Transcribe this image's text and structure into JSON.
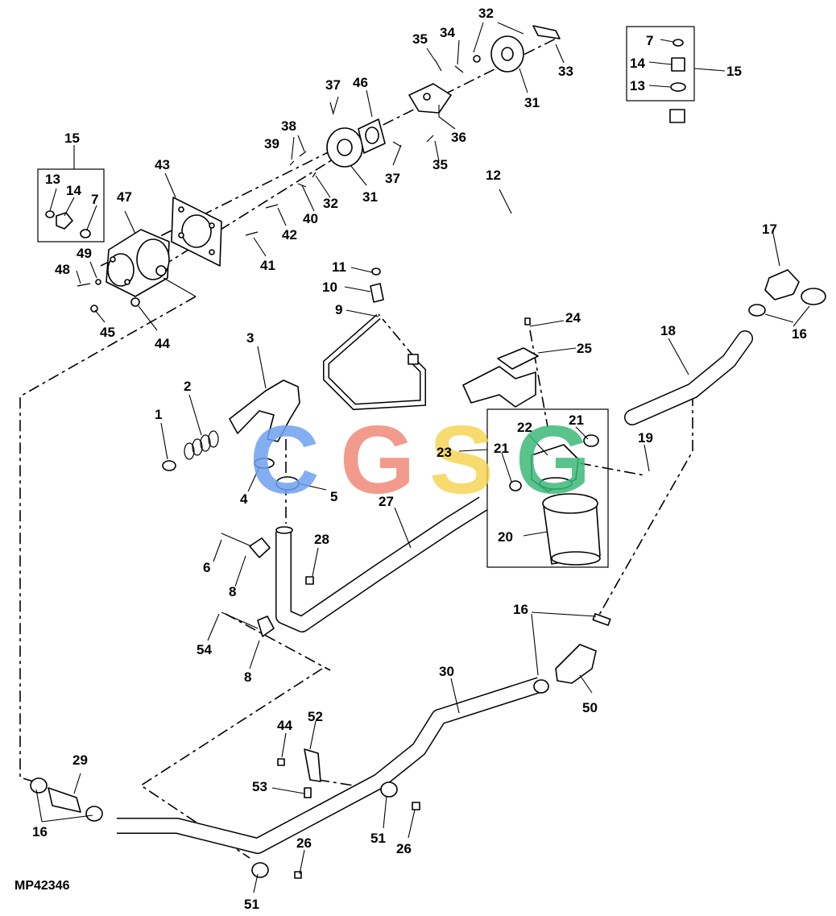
{
  "figure_code": "MP42346",
  "watermark": {
    "text": "CGSG",
    "letters": [
      {
        "char": "C",
        "color": "#6fa0f0"
      },
      {
        "char": "G",
        "color": "#f08a78"
      },
      {
        "char": "S",
        "color": "#f6d24a"
      },
      {
        "char": "G",
        "color": "#3cb878"
      }
    ]
  },
  "callouts": {
    "c1": "1",
    "c2": "2",
    "c3": "3",
    "c4": "4",
    "c5": "5",
    "c6": "6",
    "c7a": "7",
    "c7b": "7",
    "c8a": "8",
    "c8b": "8",
    "c9": "9",
    "c10": "10",
    "c11": "11",
    "c12": "12",
    "c13a": "13",
    "c13b": "13",
    "c14a": "14",
    "c14b": "14",
    "c15a": "15",
    "c15b": "15",
    "c16a": "16",
    "c16b": "16",
    "c16c": "16",
    "c17": "17",
    "c18": "18",
    "c19": "19",
    "c20": "20",
    "c21a": "21",
    "c21b": "21",
    "c22": "22",
    "c23": "23",
    "c24": "24",
    "c25": "25",
    "c26a": "26",
    "c26b": "26",
    "c27": "27",
    "c28": "28",
    "c29": "29",
    "c30": "30",
    "c31a": "31",
    "c31b": "31",
    "c32a": "32",
    "c32b": "32",
    "c33": "33",
    "c34": "34",
    "c35a": "35",
    "c35b": "35",
    "c36": "36",
    "c37a": "37",
    "c37b": "37",
    "c38": "38",
    "c39": "39",
    "c40": "40",
    "c41": "41",
    "c42": "42",
    "c43": "43",
    "c44a": "44",
    "c44b": "44",
    "c45": "45",
    "c46": "46",
    "c47": "47",
    "c48": "48",
    "c49": "49",
    "c50": "50",
    "c51a": "51",
    "c51b": "51",
    "c52": "52",
    "c53": "53",
    "c54": "54"
  }
}
